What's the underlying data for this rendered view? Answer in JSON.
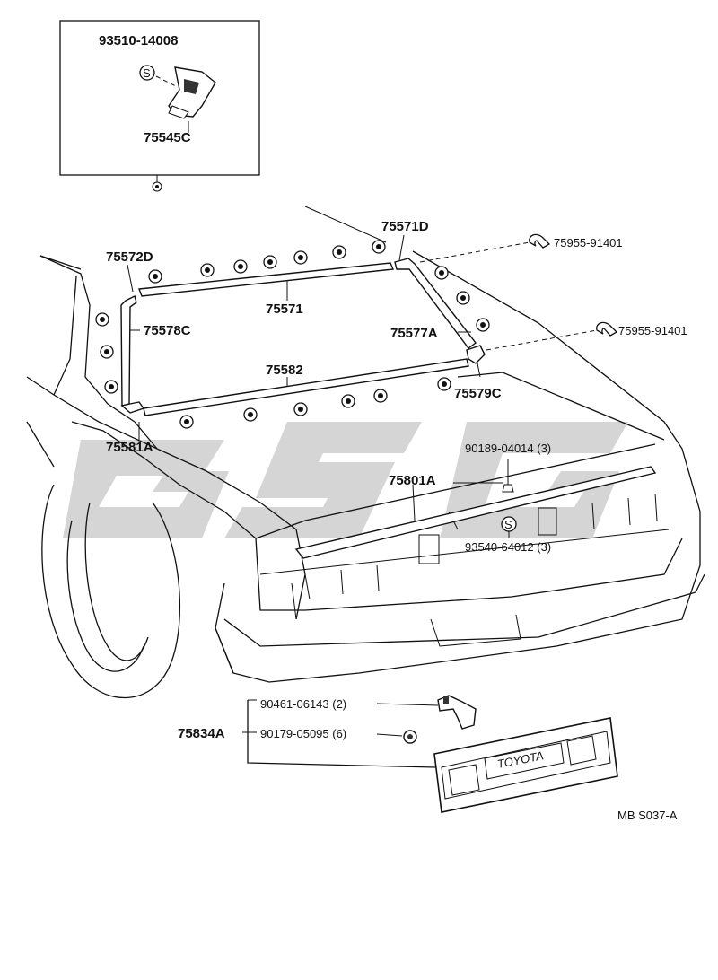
{
  "diagram_code": "MB S037-A",
  "watermark": "GSG",
  "plate_badge": "TOYOTA",
  "seal_symbol": "S",
  "parts": {
    "p93510": "93510-14008",
    "p75545C": "75545C",
    "p75571D": "75571D",
    "p75955a": "75955-91401",
    "p75572D": "75572D",
    "p75571": "75571",
    "p75578C": "75578C",
    "p75577A": "75577A",
    "p75955b": "75955-91401",
    "p75582": "75582",
    "p75579C": "75579C",
    "p75581A": "75581A",
    "p90189": "90189-04014 (3)",
    "p75801A": "75801A",
    "p93540": "93540-64012 (3)",
    "p90461": "90461-06143 (2)",
    "p75834A": "75834A",
    "p90179": "90179-05095 (6)"
  }
}
